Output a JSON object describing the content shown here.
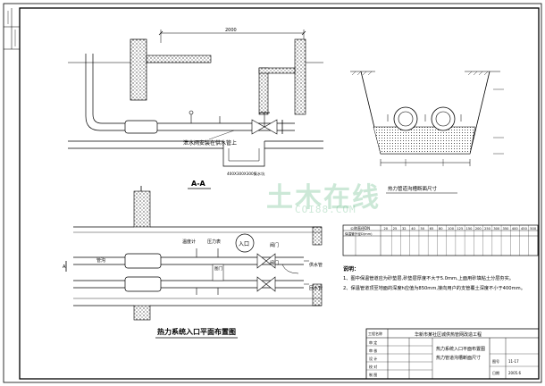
{
  "section_aa": {
    "title": "A-A",
    "dimension_top": "2000",
    "valve_note": "泄水阀安装在供水管上",
    "manhole_note": "400X300X300集水坑"
  },
  "trench": {
    "title": "热力管道沟槽断面尺寸"
  },
  "plan": {
    "title": "热力系统入口平面布置图",
    "label_entry": "入口",
    "label_valve_top": "阀门",
    "label_valve_bottom": "阀门",
    "label_thermometer": "温度计",
    "label_pressure": "压力表",
    "label_pipe_trench": "管沟",
    "label_supply": "供水管",
    "label_return": "回水管",
    "label_small": "图门",
    "section_mark": "A"
  },
  "table": {
    "header_left": "公称直径DN",
    "header_sub": "保温管外径D(mm)",
    "columns": [
      "20",
      "25",
      "32",
      "40",
      "50",
      "65",
      "80",
      "100",
      "125",
      "150",
      "200",
      "250",
      "300",
      "350",
      "400",
      "450",
      "500"
    ]
  },
  "notes": {
    "heading": "说明：",
    "items": [
      "1、图中保温管道应为砂垫层,砂垫层厚度不大于5.0mm,上面用砂填粘土分层夯实。",
      "2、保温管道顶至地面的深度h应值为850mm,接向用户的支管覆土深度不小于400mm。"
    ]
  },
  "title_block": {
    "project": "工程名称",
    "project_name": "华新市某社区城供热管网改造工程",
    "drawing_name_1": "热力系统入口平面布置图",
    "drawing_name_2": "热力管道沟槽断面尺寸",
    "left_rows": [
      "审 定",
      "审 核",
      "设 计",
      "校 对",
      "制 图"
    ],
    "sheet_label": "图号",
    "sheet_value": "11-17",
    "date_label": "日期",
    "date_value": "2005.6"
  },
  "watermark": {
    "main": "土木在线",
    "sub": "COI88.COM"
  }
}
